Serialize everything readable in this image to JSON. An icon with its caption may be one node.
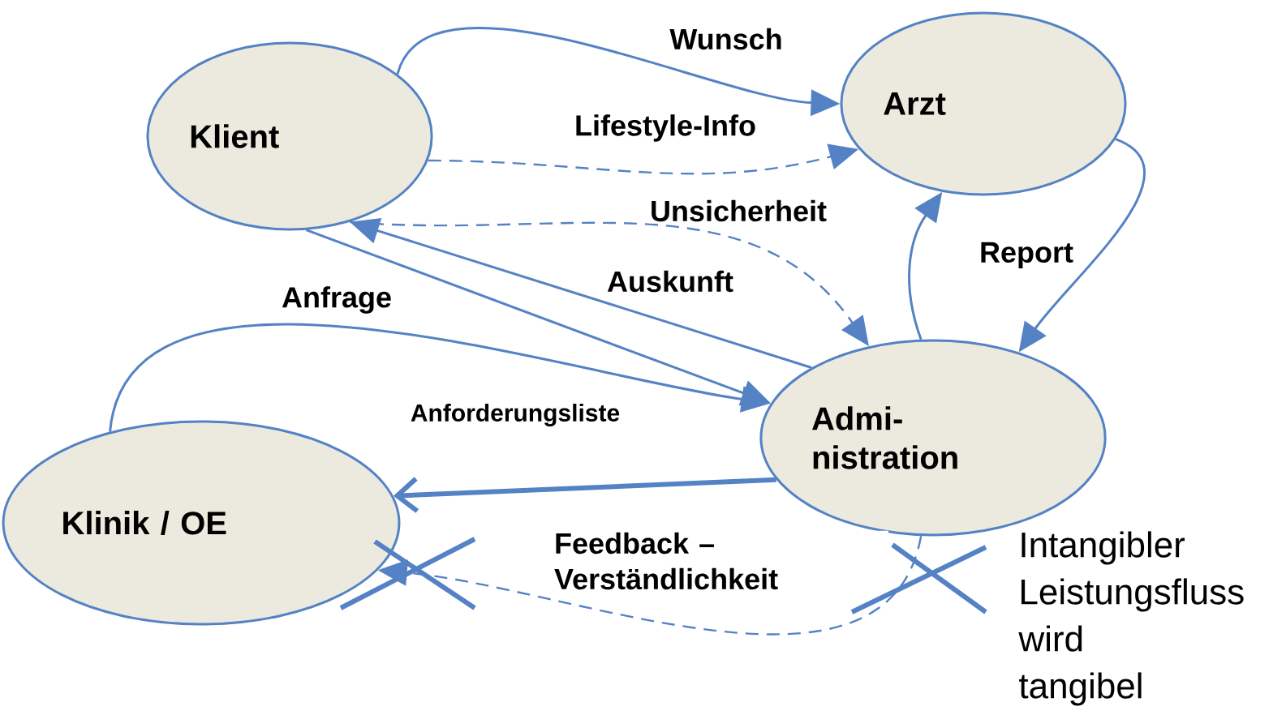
{
  "diagram": {
    "nodes": [
      {
        "text": [
          "Klient"
        ]
      },
      {
        "text": [
          "Arzt"
        ]
      },
      {
        "text": [
          "Admi- nistration"
        ]
      },
      {
        "text": [
          "Klinik / OE"
        ]
      }
    ],
    "edges": [
      {
        "from": 0,
        "to": 1,
        "arrow": "to",
        "label": "Wunsch"
      },
      {
        "from": 0,
        "to": 1,
        "arrow": "to",
        "label": "Lifestyle-Info",
        "style": "dashed"
      },
      {
        "from": 0,
        "to": 2,
        "arrow": "to",
        "label": "Unsicherheit",
        "style": "dashed"
      },
      {
        "from": 2,
        "to": 0,
        "arrow": "to",
        "label": "Auskunft"
      },
      {
        "from": 0,
        "to": 2,
        "arrow": "to",
        "label": "Anfrage"
      },
      {
        "from": 3,
        "to": 2,
        "arrow": "to",
        "label": "Anforderungsliste"
      },
      {
        "from": 2,
        "to": 1,
        "arrow": "to"
      },
      {
        "from": 1,
        "to": 2,
        "arrow": "to",
        "label": "Report"
      },
      {
        "from": 2,
        "to": 3,
        "arrow": "to",
        "style": "thick"
      },
      {
        "from": 2,
        "to": 3,
        "arrow": "to",
        "label": "Feedback – Verständlichkeit",
        "style": "dashed"
      }
    ],
    "labels": [
      "Intangibler Leistungsfluss wird tangibel"
    ]
  }
}
